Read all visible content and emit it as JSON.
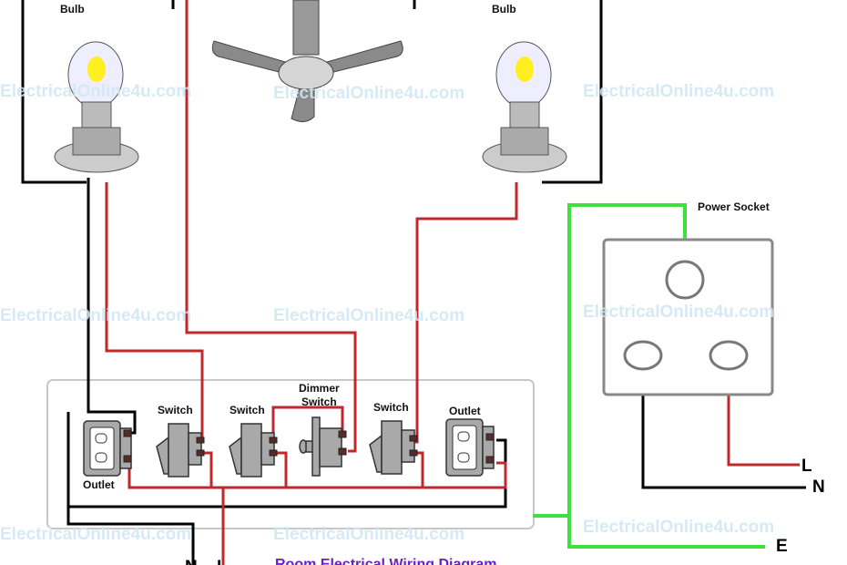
{
  "watermark": "ElectricalOnline4u.com",
  "watermark_partial": [
    "ElectricalOnline4u.com",
    "ElectricalOnline4u .om",
    "Electr icalOnline4u.com",
    "calOnline4u.com",
    "Ele..ri alOnline4u.com",
    "Electrical"
  ],
  "labels": {
    "bulb_left": "Bulb",
    "bulb_right": "Bulb",
    "power_socket": "Power Socket",
    "outlet_left": "Outlet",
    "switch_1": "Switch",
    "switch_2": "Switch",
    "dimmer_line1": "Dimmer",
    "dimmer_line2": "Switch",
    "switch_3": "Switch",
    "outlet_right": "Outlet",
    "socket_L": "L",
    "socket_N": "N",
    "earth_E": "E",
    "supply_N": "N",
    "supply_L": "L",
    "title": "Room Electrical Wiring Diagram"
  },
  "colors": {
    "live": "#c0282b",
    "neutral": "#000000",
    "earth": "#3ee03e",
    "title": "#6a1fc9",
    "watermark": "#cfe6f3"
  }
}
